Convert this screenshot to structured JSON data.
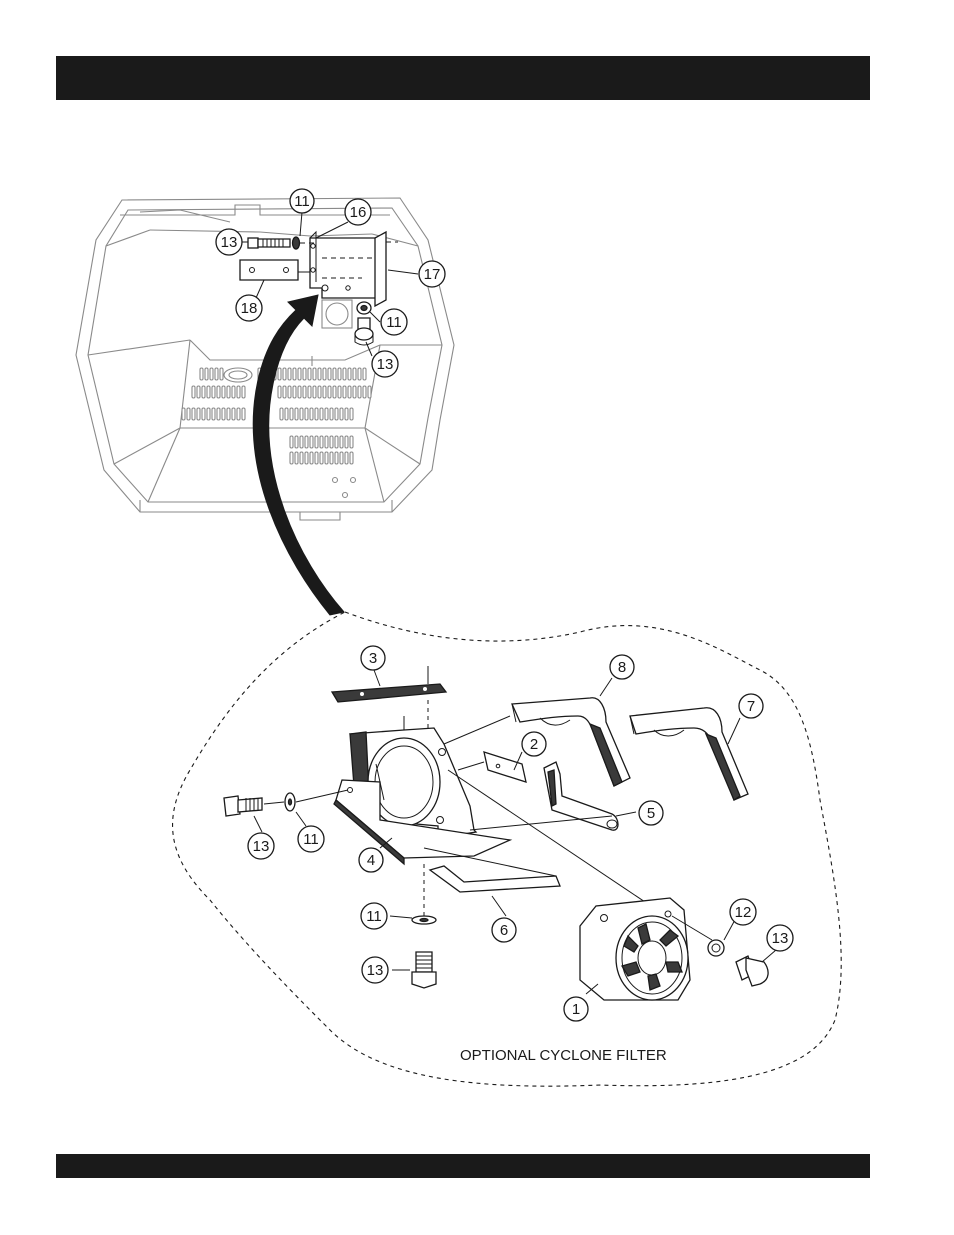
{
  "caption": "OPTIONAL CYCLONE FILTER",
  "colors": {
    "bar": "#1a1a1a",
    "line": "#1a1a1a",
    "housing": "#8a8a8a"
  },
  "callouts": [
    {
      "id": "c11-top",
      "label": "11"
    },
    {
      "id": "c16",
      "label": "16"
    },
    {
      "id": "c13-top",
      "label": "13"
    },
    {
      "id": "c17",
      "label": "17"
    },
    {
      "id": "c18",
      "label": "18"
    },
    {
      "id": "c11-mid",
      "label": "11"
    },
    {
      "id": "c13-mid",
      "label": "13"
    },
    {
      "id": "c3",
      "label": "3"
    },
    {
      "id": "c8",
      "label": "8"
    },
    {
      "id": "c7",
      "label": "7"
    },
    {
      "id": "c2",
      "label": "2"
    },
    {
      "id": "c5",
      "label": "5"
    },
    {
      "id": "c13-left",
      "label": "13"
    },
    {
      "id": "c11-left",
      "label": "11"
    },
    {
      "id": "c4",
      "label": "4"
    },
    {
      "id": "c6",
      "label": "6"
    },
    {
      "id": "c11-low",
      "label": "11"
    },
    {
      "id": "c12",
      "label": "12"
    },
    {
      "id": "c13-right",
      "label": "13"
    },
    {
      "id": "c13-low",
      "label": "13"
    },
    {
      "id": "c1",
      "label": "1"
    }
  ]
}
